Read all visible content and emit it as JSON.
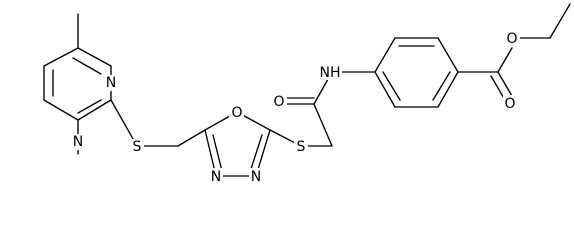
{
  "molecule": {
    "atom_labels": {
      "s_left": "S",
      "n_pyr_top": "N",
      "n_pyr_bottom": "N",
      "o_oxadiazole": "O",
      "n_oxadiazole_left": "N",
      "n_oxadiazole_right": "N",
      "s_right": "S",
      "o_amide": "O",
      "nh_amide": "NH",
      "o_ester_carbonyl": "O",
      "o_ester_ether": "O"
    }
  }
}
